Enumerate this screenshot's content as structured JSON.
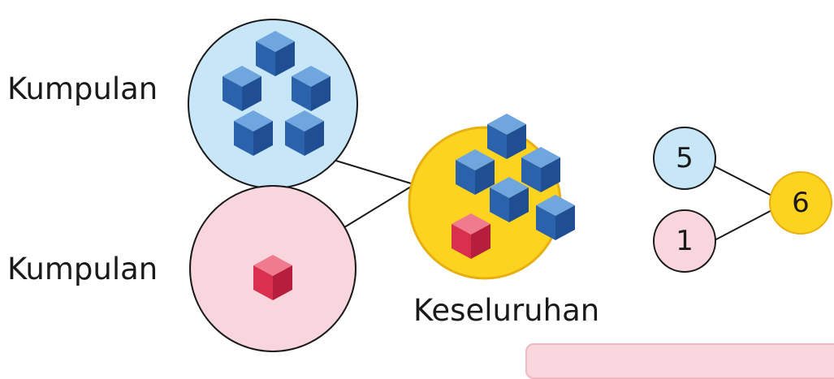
{
  "labels": {
    "part_top": "Kumpulan",
    "part_bottom": "Kumpulan",
    "whole": "Keseluruhan"
  },
  "number_bond": {
    "part_a": "5",
    "part_b": "1",
    "whole": "6"
  },
  "sets": {
    "part_top_cubes": 5,
    "part_bottom_cubes": 1,
    "whole_blue_cubes": 5,
    "whole_red_cubes": 1
  },
  "colors": {
    "part_top_fill": "#c7e6f8",
    "part_bottom_fill": "#f9d6dd",
    "whole_fill": "#fcd31f",
    "whole_stroke": "#e7b010",
    "blue_cube": "#2f6fbb",
    "red_cube": "#d8304e"
  }
}
